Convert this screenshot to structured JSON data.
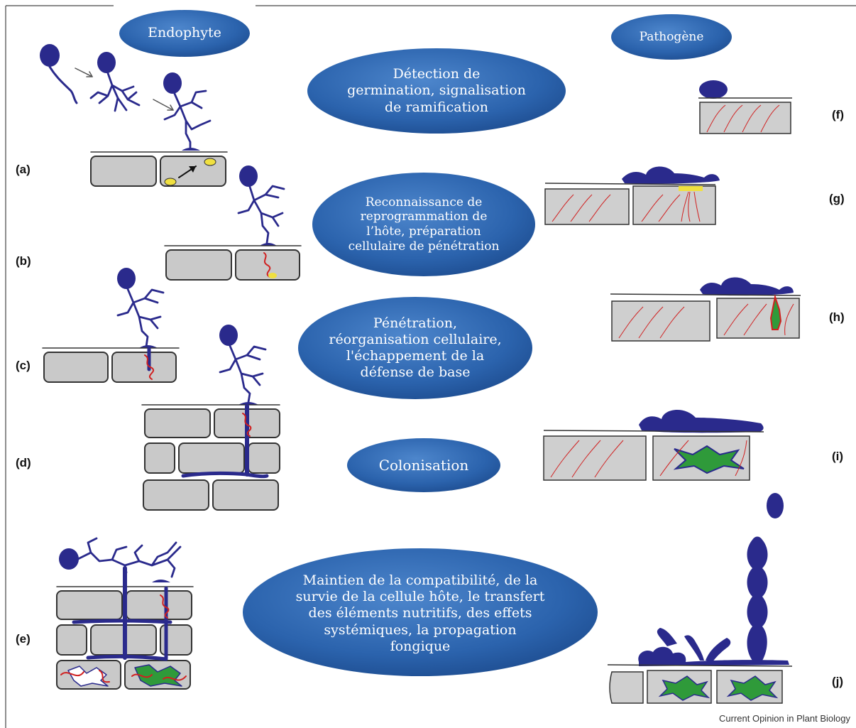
{
  "headers": {
    "left": "Endophyte",
    "right": "Pathogène"
  },
  "stages": {
    "s1": [
      "Détection de",
      "germination, signalisation",
      "de ramification"
    ],
    "s2": [
      "Reconnaissance de",
      "reprogrammation de",
      "l’hôte, préparation",
      "cellulaire de pénétration"
    ],
    "s3": [
      "Pénétration,",
      "réorganisation cellulaire,",
      "l'échappement de la",
      "défense de base"
    ],
    "s4": [
      "Colonisation"
    ],
    "s5": [
      "Maintien de la compatibilité, de la",
      "survie de la cellule hôte, le transfert",
      "des éléments nutritifs, des effets",
      "systémiques, la propagation",
      "fongique"
    ]
  },
  "panel_labels": {
    "a": "(a)",
    "b": "(b)",
    "c": "(c)",
    "d": "(d)",
    "e": "(e)",
    "f": "(f)",
    "g": "(g)",
    "h": "(h)",
    "i": "(i)",
    "j": "(j)"
  },
  "credit": "Current Opinion in Plant Biology",
  "colors": {
    "ellipse": "#2b63ad",
    "fungus": "#2a2a8c",
    "cell": "#c9c9c9",
    "cell_border": "#3a3a3a",
    "red": "#d02020",
    "green": "#2f9a3a",
    "yellow": "#f0e040"
  }
}
